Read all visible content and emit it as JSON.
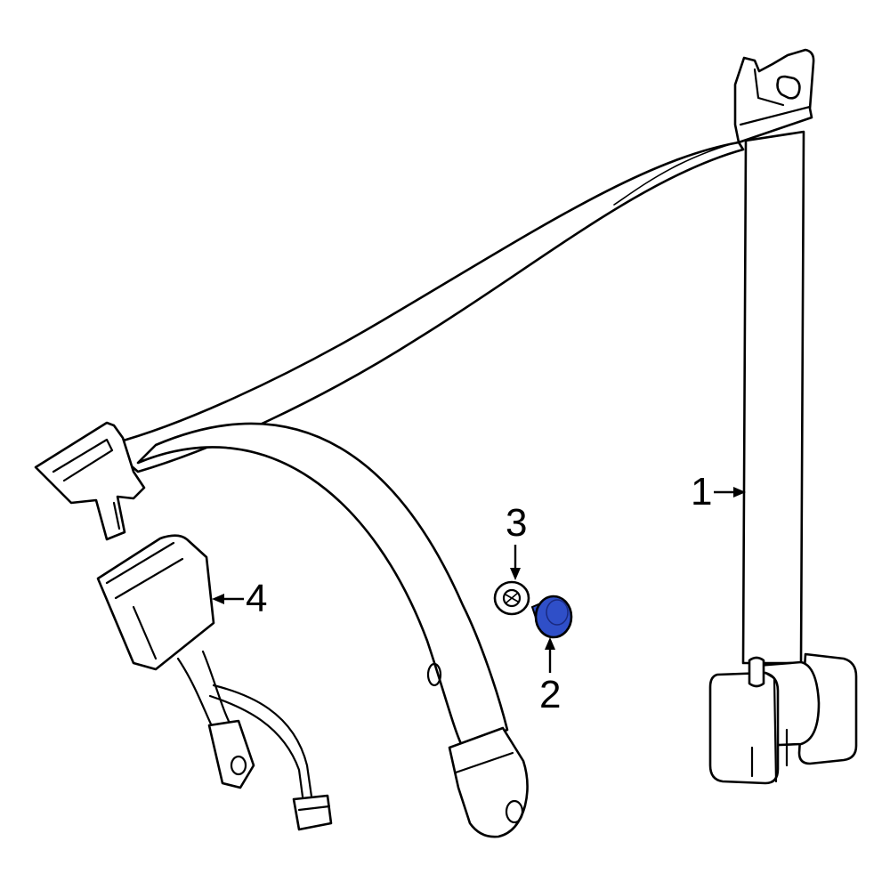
{
  "diagram": {
    "callouts": [
      {
        "id": "1",
        "label": "1"
      },
      {
        "id": "2",
        "label": "2"
      },
      {
        "id": "3",
        "label": "3"
      },
      {
        "id": "4",
        "label": "4"
      }
    ],
    "highlight_color": "#2f4fc8"
  }
}
